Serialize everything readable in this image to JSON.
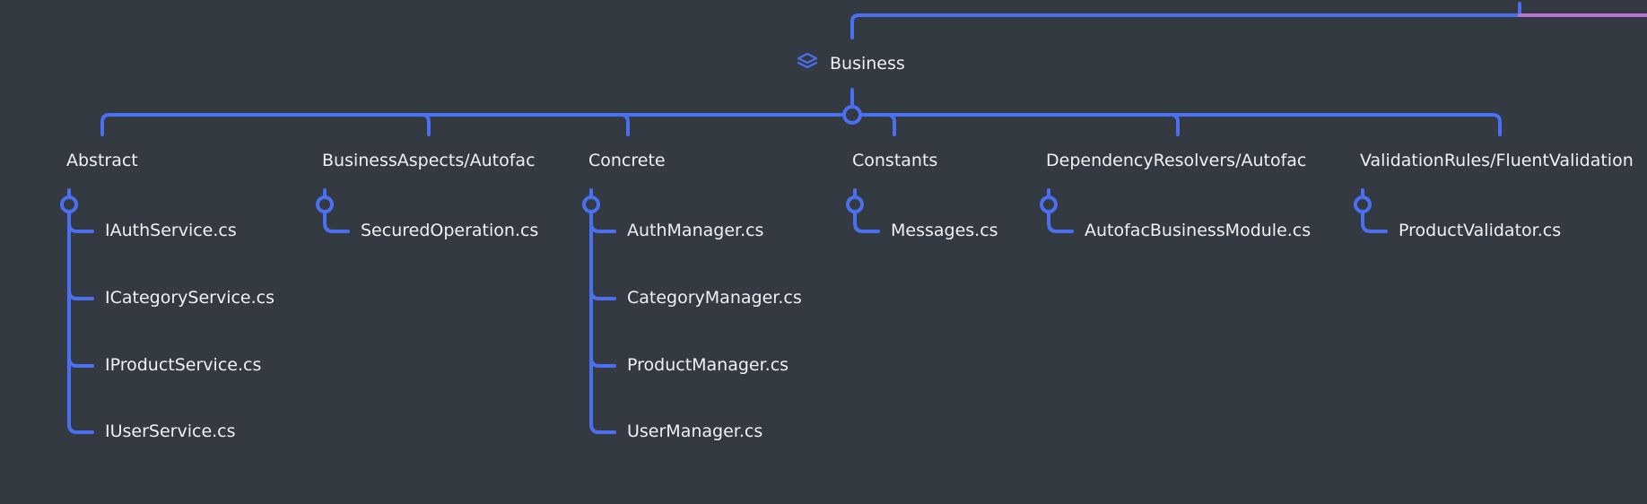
{
  "colors": {
    "background": "#343a41",
    "connector": "#4a6ff0",
    "accent_pink": "#b774d6",
    "text": "#eef1f5"
  },
  "root": {
    "label": "Business",
    "icon": "layers-icon"
  },
  "groups": [
    {
      "id": "abstract",
      "label": "Abstract",
      "files": [
        "IAuthService.cs",
        "ICategoryService.cs",
        "IProductService.cs",
        "IUserService.cs"
      ]
    },
    {
      "id": "business-aspects",
      "label": "BusinessAspects/Autofac",
      "files": [
        "SecuredOperation.cs"
      ]
    },
    {
      "id": "concrete",
      "label": "Concrete",
      "files": [
        "AuthManager.cs",
        "CategoryManager.cs",
        "ProductManager.cs",
        "UserManager.cs"
      ]
    },
    {
      "id": "constants",
      "label": "Constants",
      "files": [
        "Messages.cs"
      ]
    },
    {
      "id": "dependency-resolvers",
      "label": "DependencyResolvers/Autofac",
      "files": [
        "AutofacBusinessModule.cs"
      ]
    },
    {
      "id": "validation-rules",
      "label": "ValidationRules/FluentValidation",
      "files": [
        "ProductValidator.cs"
      ]
    }
  ]
}
